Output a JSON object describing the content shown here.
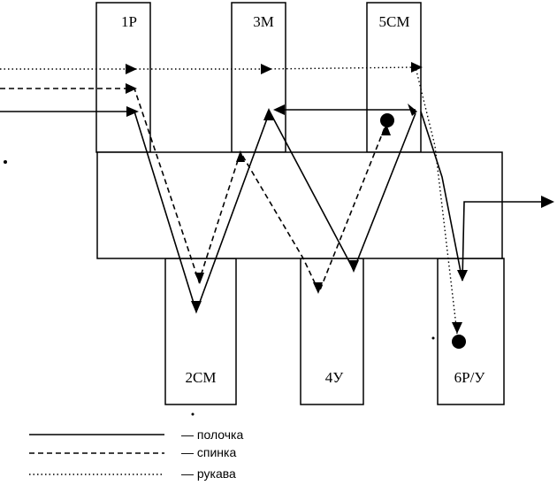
{
  "stations": {
    "s1": "1Р",
    "s2": "2СМ",
    "s3": "3М",
    "s4": "4У",
    "s5": "5СМ",
    "s6": "6Р/У"
  },
  "legend": [
    {
      "style": "solid",
      "label": "— полочка"
    },
    {
      "style": "dashed",
      "label": "— спинка"
    },
    {
      "style": "dotted",
      "label": "— рукава"
    }
  ]
}
